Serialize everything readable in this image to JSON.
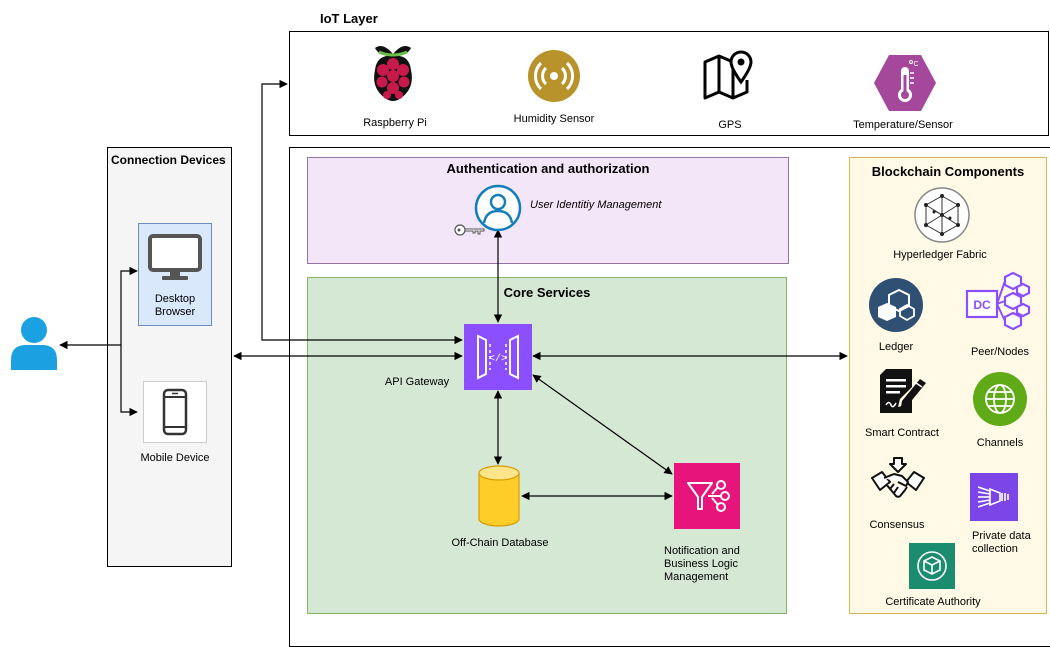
{
  "iot": {
    "title": "IoT Layer",
    "raspberry": "Raspberry Pi",
    "humidity": "Humidity Sensor",
    "gps": "GPS",
    "temperature": "Temperature/Sensor"
  },
  "connection": {
    "title": "Connection Devices",
    "desktop": "Desktop Browser",
    "mobile": "Mobile Device"
  },
  "auth": {
    "title": "Authentication and authorization",
    "user_identity": "User Identitiy Management"
  },
  "core": {
    "title": "Core Services",
    "api_gateway": "API Gateway",
    "database": "Off-Chain Database",
    "notification": "Notification and Business Logic Management"
  },
  "blockchain": {
    "title": "Blockchain Components",
    "hyperledger": "Hyperledger Fabric",
    "ledger": "Ledger",
    "peer_nodes": "Peer/Nodes",
    "smart_contract": "Smart Contract",
    "channels": "Channels",
    "consensus": "Consensus",
    "private_data": "Private data collection",
    "certificate": "Certificate Authority",
    "dc_badge": "DC"
  },
  "colors": {
    "user_blue": "#1BA1E2",
    "connection_bg": "#F5F5F5",
    "auth_bg": "#F3E6F8",
    "auth_border": "#9673A6",
    "core_bg": "#D5E8D4",
    "core_border": "#82B366",
    "blockchain_bg": "#FFF9E6",
    "blockchain_border": "#D6B656",
    "api_gateway_purple": "#8C4FFF",
    "sns_pink": "#E7157B",
    "ledger_blue": "#2F4F73",
    "channels_green": "#60A917",
    "temperature_purple": "#A5479B",
    "humidity_gold": "#B8922A",
    "raspberry_red": "#C51A4A",
    "cert_teal": "#1B8C6E",
    "db_yellow": "#FFCD28"
  },
  "icons": [
    "user-icon",
    "desktop-icon",
    "mobile-phone-icon",
    "raspberry-pi-icon",
    "humidity-sensor-icon",
    "map-pin-icon",
    "thermometer-icon",
    "user-identity-icon",
    "key-icon",
    "api-gateway-icon",
    "database-cylinder-icon",
    "notification-icon",
    "hyperledger-icon",
    "ledger-cubes-icon",
    "peer-nodes-icon",
    "smart-contract-icon",
    "channels-globe-icon",
    "handshake-icon",
    "private-data-icon",
    "certificate-icon"
  ]
}
